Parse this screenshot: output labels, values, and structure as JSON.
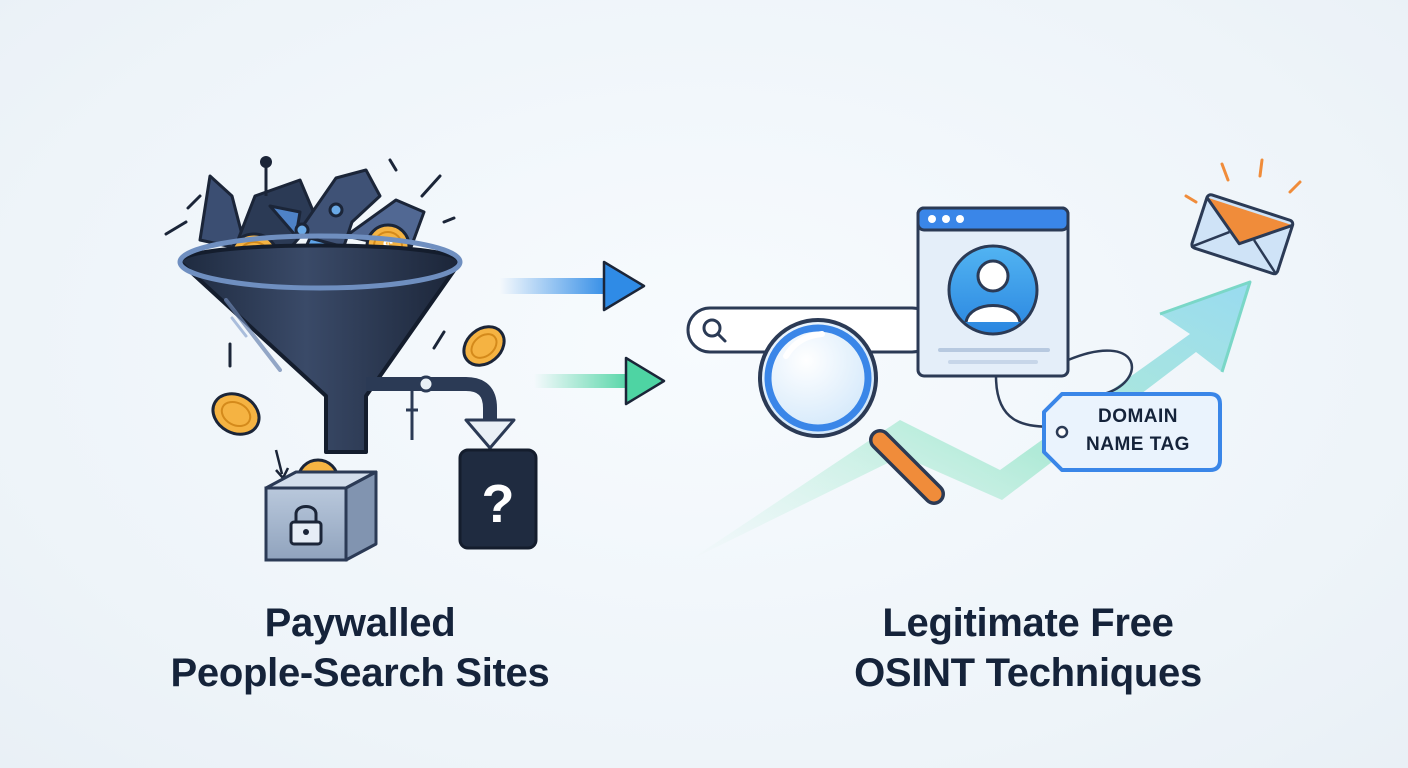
{
  "left_panel": {
    "caption_line1": "Paywalled",
    "caption_line2": "People-Search Sites",
    "coin_symbol": "$",
    "mystery_symbol": "?",
    "icons": [
      "funnel-icon",
      "coin-icon",
      "padlock-icon",
      "locked-box-icon",
      "question-box-icon",
      "pipe-icon"
    ]
  },
  "right_panel": {
    "caption_line1": "Legitimate Free",
    "caption_line2": "OSINT Techniques",
    "tag_line1": "DOMAIN",
    "tag_line2": "NAME TAG",
    "icons": [
      "search-bar-icon",
      "magnifying-glass-icon",
      "browser-window-icon",
      "user-profile-icon",
      "email-envelope-icon",
      "trend-arrow-icon",
      "domain-tag-icon"
    ]
  },
  "colors": {
    "text": "#15233a",
    "funnel": "#2b3a55",
    "coin": "#f5b342",
    "blue_arrow": "#2f8be6",
    "green_arrow": "#4ed4a3",
    "envelope": "#f08c3a",
    "tag_border": "#3a86e8"
  }
}
